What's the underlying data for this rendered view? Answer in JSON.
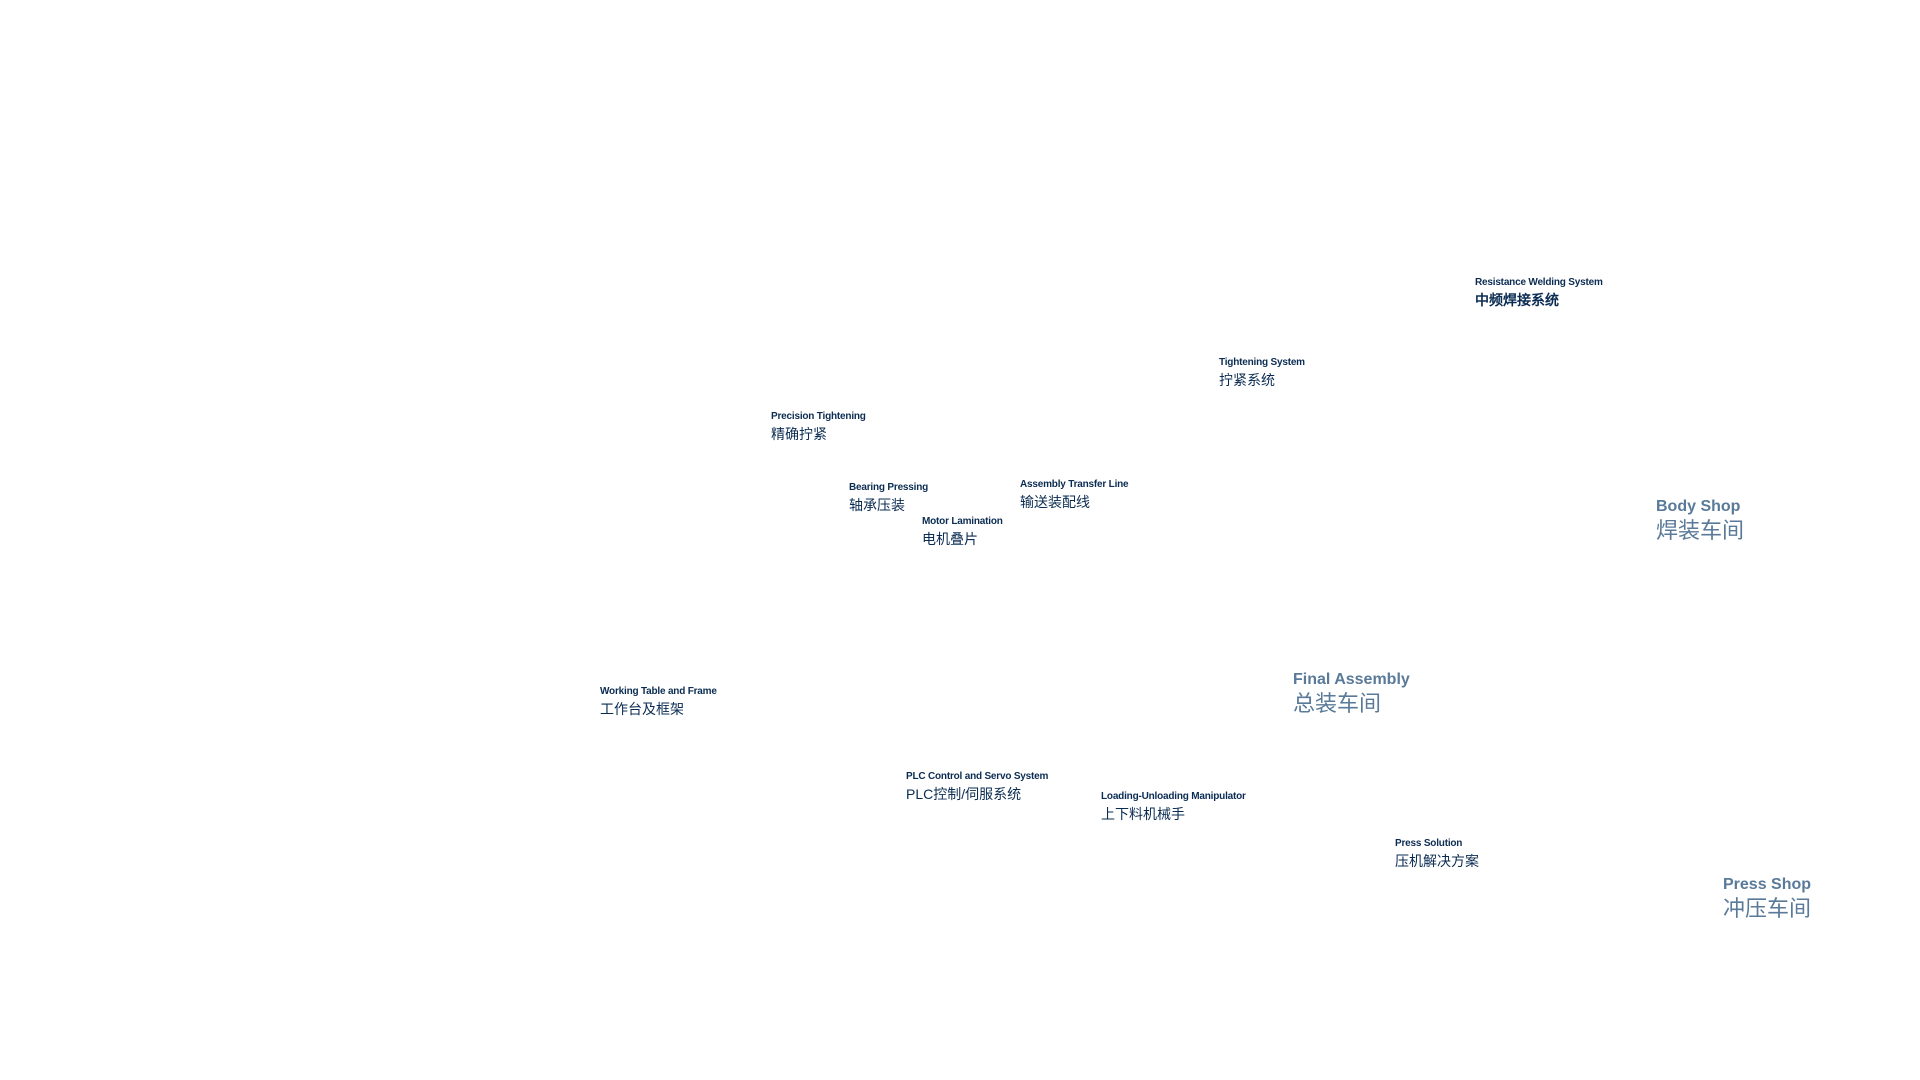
{
  "labels": {
    "resistance_welding": {
      "en": "Resistance Welding System",
      "zh": "中频焊接系统"
    },
    "tightening_system": {
      "en": "Tightening System",
      "zh": "拧紧系统"
    },
    "precision_tightening": {
      "en": "Precision Tightening",
      "zh": "精确拧紧"
    },
    "bearing_pressing": {
      "en": "Bearing Pressing",
      "zh": "轴承压装"
    },
    "assembly_transfer": {
      "en": "Assembly Transfer Line",
      "zh": "输送装配线"
    },
    "motor_lamination": {
      "en": "Motor Lamination",
      "zh": "电机叠片"
    },
    "working_table": {
      "en": "Working Table and Frame",
      "zh": "工作台及框架"
    },
    "plc_control": {
      "en": "PLC Control and Servo System",
      "zh": "PLC控制/伺服系统"
    },
    "loading_unloading": {
      "en": "Loading-Unloading Manipulator",
      "zh": "上下料机械手"
    },
    "press_solution": {
      "en": "Press Solution",
      "zh": "压机解决方案"
    }
  },
  "zones": {
    "body_shop": {
      "en": "Body Shop",
      "zh": "焊装车间"
    },
    "final_assembly": {
      "en": "Final Assembly",
      "zh": "总装车间"
    },
    "press_shop": {
      "en": "Press Shop",
      "zh": "冲压车间"
    }
  },
  "colors": {
    "label_text": "#0b2c52",
    "zone_text": "#5a7a99",
    "background": "#ffffff"
  }
}
